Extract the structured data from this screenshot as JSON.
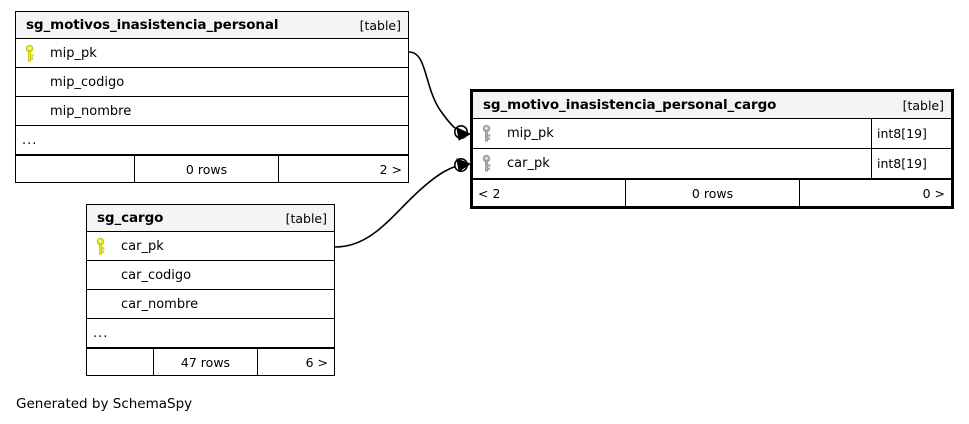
{
  "diagram": {
    "title": "SchemaSpy entity relationship diagram",
    "credit": "Generated by SchemaSpy",
    "table_tag": "[table]",
    "ellipsis": "...",
    "colors": {
      "primary_key_icon": "#e8e81c",
      "foreign_key_icon": "#a8a8a8",
      "header_background": "#f4f4f4",
      "border": "#000000",
      "page_background": "#ffffff"
    }
  },
  "tables": [
    {
      "id": "motivos",
      "name": "sg_motivos_inasistencia_personal",
      "tag": "[table]",
      "emphasis": false,
      "columns": [
        {
          "name": "mip_pk",
          "key": "primary",
          "type": ""
        },
        {
          "name": "mip_codigo",
          "key": "none",
          "type": ""
        },
        {
          "name": "mip_nombre",
          "key": "none",
          "type": ""
        }
      ],
      "more_indicator": "...",
      "footer": {
        "left": "",
        "middle": "0 rows",
        "right": "2 >"
      }
    },
    {
      "id": "motivo_cargo",
      "name": "sg_motivo_inasistencia_personal_cargo",
      "tag": "[table]",
      "emphasis": true,
      "columns": [
        {
          "name": "mip_pk",
          "key": "foreign",
          "type": "int8[19]"
        },
        {
          "name": "car_pk",
          "key": "foreign",
          "type": "int8[19]"
        }
      ],
      "more_indicator": "",
      "footer": {
        "left": "< 2",
        "middle": "0 rows",
        "right": "0 >"
      }
    },
    {
      "id": "cargo",
      "name": "sg_cargo",
      "tag": "[table]",
      "emphasis": false,
      "columns": [
        {
          "name": "car_pk",
          "key": "primary",
          "type": ""
        },
        {
          "name": "car_codigo",
          "key": "none",
          "type": ""
        },
        {
          "name": "car_nombre",
          "key": "none",
          "type": ""
        }
      ],
      "more_indicator": "...",
      "footer": {
        "left": "",
        "middle": "47 rows",
        "right": "6 >"
      }
    }
  ],
  "relationships": [
    {
      "id": "rel-mip",
      "from_table": "sg_motivos_inasistencia_personal",
      "from_column": "mip_pk",
      "to_table": "sg_motivo_inasistencia_personal_cargo",
      "to_column": "mip_pk",
      "from_end": "line",
      "to_end": "circle-arrow"
    },
    {
      "id": "rel-car",
      "from_table": "sg_cargo",
      "from_column": "car_pk",
      "to_table": "sg_motivo_inasistencia_personal_cargo",
      "to_column": "car_pk",
      "from_end": "line",
      "to_end": "circle-arrow"
    }
  ]
}
